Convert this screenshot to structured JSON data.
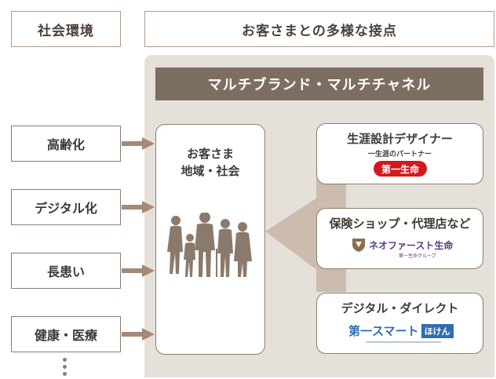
{
  "headers": {
    "left": "社会環境",
    "right": "お客さまとの多様な接点"
  },
  "banner": "マルチブランド・マルチチャネル",
  "social_factors": [
    "高齢化",
    "デジタル化",
    "長患い",
    "健康・医療"
  ],
  "continuation": "⋮",
  "center": {
    "line1": "お客さま",
    "line2": "地域・社会"
  },
  "channels": [
    {
      "title": "生涯設計デザイナー",
      "subtitle": "一生涯のパートナー",
      "logo_text": "第一生命"
    },
    {
      "title": "保険ショップ・代理店など",
      "logo_text": "ネオファースト生命",
      "logo_sub": "第一生命グループ"
    },
    {
      "title": "デジタル・ダイレクト",
      "logo_text_main": "第一スマート",
      "logo_text_tag": "ほけん"
    }
  ],
  "colors": {
    "panel_bg": "#e6e0db",
    "banner_bg": "#7d6e62",
    "border": "#8c7c70",
    "arrow": "#a38a78",
    "brand_red": "#d4181f",
    "neo_purple": "#5b3b86",
    "smart_blue": "#2f6db5"
  }
}
